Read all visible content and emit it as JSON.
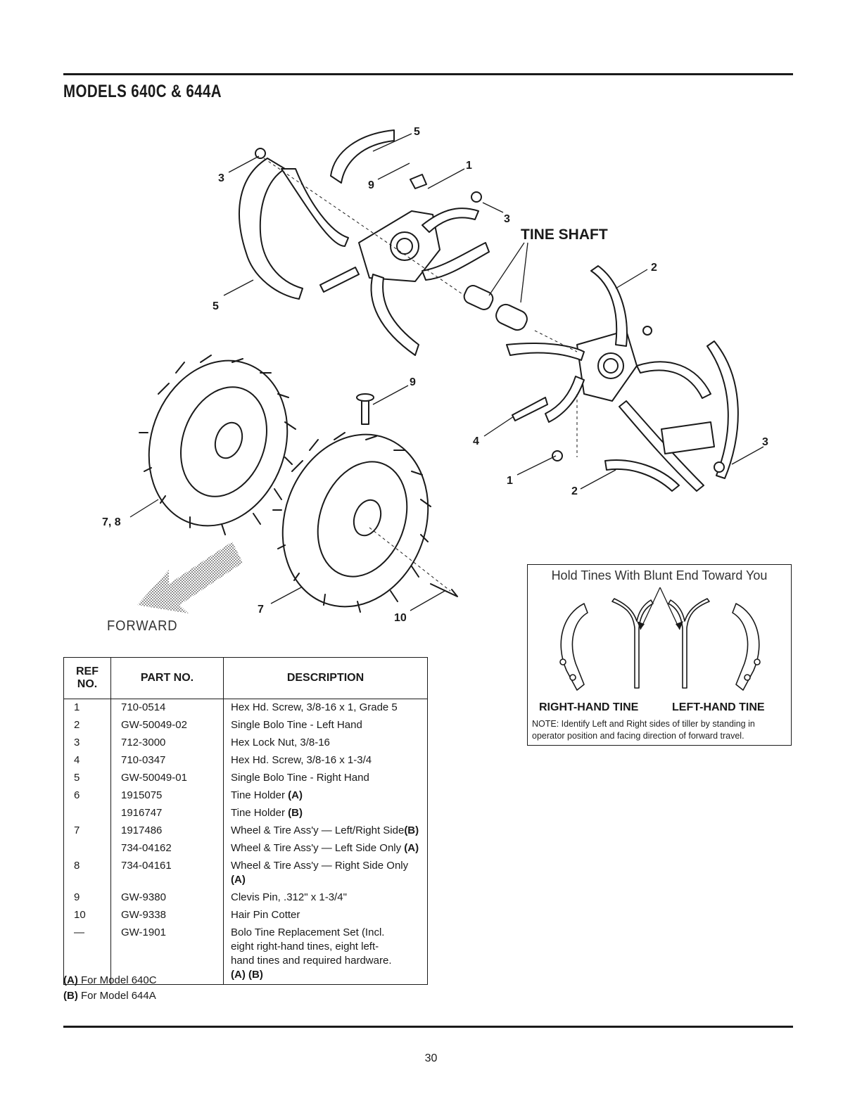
{
  "header": {
    "title": "MODELS 640C & 644A"
  },
  "diagram": {
    "forward_label": "FORWARD",
    "tine_shaft_label": "TINE SHAFT",
    "callouts": [
      "5",
      "1",
      "9",
      "3",
      "3",
      "2",
      "5",
      "9",
      "4",
      "3",
      "1",
      "2",
      "7, 8",
      "7",
      "10"
    ]
  },
  "parts_table": {
    "headers": {
      "ref": "REF NO.",
      "part": "PART NO.",
      "description": "DESCRIPTION"
    },
    "rows": [
      {
        "ref": "1",
        "part": "710-0514",
        "description": "Hex Hd. Screw, 3/8-16 x 1, Grade 5",
        "note": ""
      },
      {
        "ref": "2",
        "part": "GW-50049-02",
        "description": "Single Bolo Tine - Left Hand",
        "note": ""
      },
      {
        "ref": "3",
        "part": "712-3000",
        "description": "Hex Lock Nut, 3/8-16",
        "note": ""
      },
      {
        "ref": "4",
        "part": "710-0347",
        "description": "Hex Hd. Screw, 3/8-16 x 1-3/4",
        "note": ""
      },
      {
        "ref": "5",
        "part": "GW-50049-01",
        "description": "Single Bolo Tine - Right Hand",
        "note": ""
      },
      {
        "ref": "6",
        "part": "1915075",
        "description": "Tine Holder",
        "note": "(A)"
      },
      {
        "ref": "",
        "part": "1916747",
        "description": "Tine Holder",
        "note": "(B)"
      },
      {
        "ref": "7",
        "part": "1917486",
        "description": "Wheel & Tire Ass'y — Left/Right Side",
        "note": "(B)"
      },
      {
        "ref": "",
        "part": "734-04162",
        "description": "Wheel & Tire Ass'y — Left Side Only",
        "note": "(A)"
      },
      {
        "ref": "8",
        "part": "734-04161",
        "description": "Wheel & Tire Ass'y — Right Side Only",
        "note": "(A)"
      },
      {
        "ref": "9",
        "part": "GW-9380",
        "description": "Clevis Pin, .312\" x 1-3/4\"",
        "note": ""
      },
      {
        "ref": "10",
        "part": "GW-9338",
        "description": "Hair Pin Cotter",
        "note": ""
      },
      {
        "ref": "—",
        "part": "GW-1901",
        "description": "Bolo Tine Replacement Set (Incl. eight right-hand tines, eight left-hand tines and required hardware.",
        "note": "(A) (B)"
      }
    ]
  },
  "footnotes": {
    "a_key": "(A)",
    "a_text": "For Model 640C",
    "b_key": "(B)",
    "b_text": "For Model 644A"
  },
  "tine_box": {
    "heading": "Hold Tines With Blunt End Toward You",
    "right_label": "RIGHT-HAND TINE",
    "left_label": "LEFT-HAND TINE",
    "note": "NOTE: Identify Left and Right sides of tiller by standing in operator position and facing direction of forward travel."
  },
  "page_number": "30"
}
